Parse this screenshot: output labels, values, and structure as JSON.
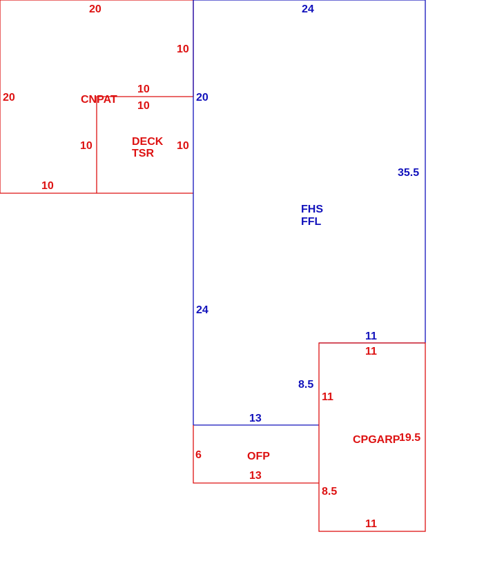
{
  "colors": {
    "main_structure": "#1111bb",
    "additions": "#dd1111",
    "background": "#ffffff"
  },
  "areas": {
    "fhs": {
      "line1": "FHS",
      "line2": "FFL"
    },
    "cnpat": {
      "label": "CNPAT"
    },
    "deck": {
      "line1": "DECK",
      "line2": "TSR"
    },
    "ofp": {
      "label": "OFP"
    },
    "cpgarp": {
      "label": "CPGARP"
    }
  },
  "dims": {
    "cnpat_top": "20",
    "cnpat_left": "20",
    "cnpat_bottom": "10",
    "cnpat_right_upper": "10",
    "cnpat_step_top": "10",
    "cnpat_step_bottom": "10",
    "deck_left": "10",
    "deck_right": "10",
    "fhs_top": "24",
    "fhs_left_upper": "20",
    "fhs_right": "35.5",
    "fhs_left_lower": "24",
    "fhs_step": "11",
    "fhs_inner_vertical": "8.5",
    "fhs_bottom": "13",
    "cpgarp_top": "11",
    "cpgarp_left_upper": "11",
    "cpgarp_right": "19.5",
    "cpgarp_left_lower": "8.5",
    "cpgarp_bottom": "11",
    "ofp_left": "6",
    "ofp_bottom": "13"
  }
}
